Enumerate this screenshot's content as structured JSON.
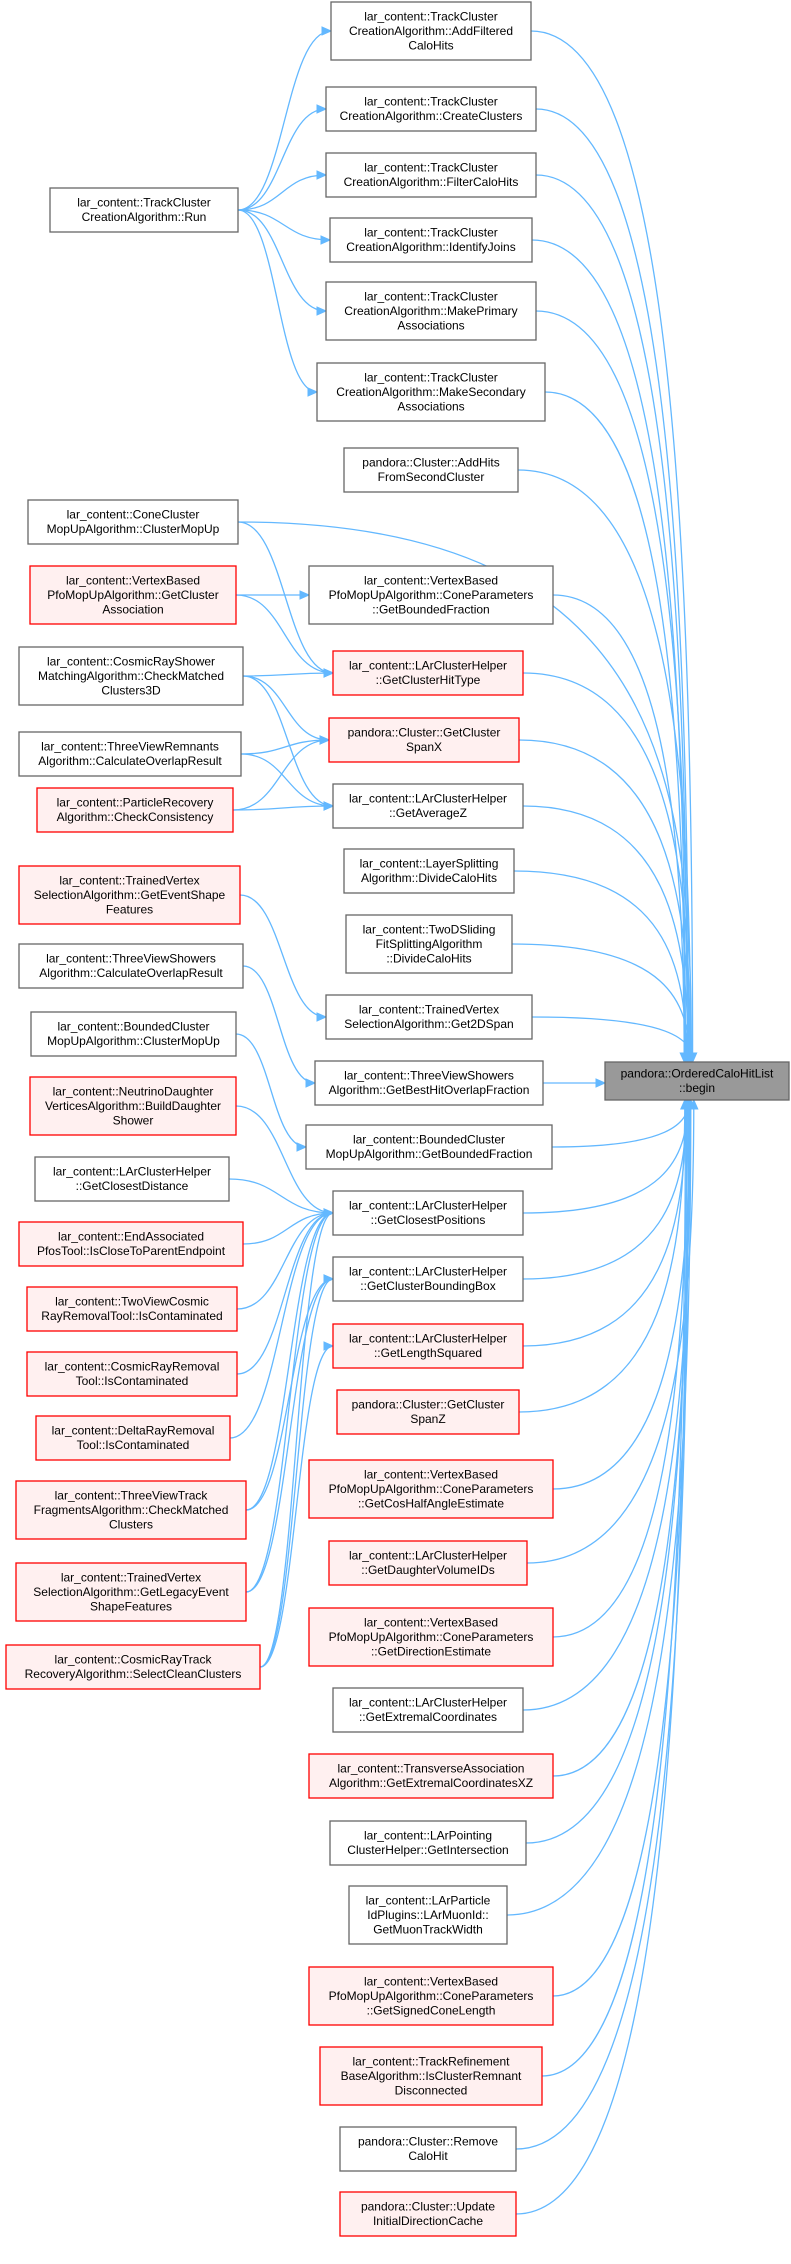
{
  "colors": {
    "edge": "#63b8ff",
    "default_border": "#666666",
    "default_fill": "#ffffff",
    "highlight_border": "#ff0000",
    "highlight_fill": "#fff0f0",
    "target_fill": "#999999",
    "target_border": "#666666"
  },
  "target": {
    "id": "target",
    "lines": [
      "pandora::OrderedCaloHitList",
      "::begin"
    ],
    "style": "target"
  },
  "nodes": [
    {
      "id": "n_addfiltered",
      "lines": [
        "lar_content::TrackCluster",
        "CreationAlgorithm::AddFiltered",
        "CaloHits"
      ],
      "style": "default"
    },
    {
      "id": "n_createclusters",
      "lines": [
        "lar_content::TrackCluster",
        "CreationAlgorithm::CreateClusters"
      ],
      "style": "default"
    },
    {
      "id": "n_filtercalohits",
      "lines": [
        "lar_content::TrackCluster",
        "CreationAlgorithm::FilterCaloHits"
      ],
      "style": "default"
    },
    {
      "id": "n_run",
      "lines": [
        "lar_content::TrackCluster",
        "CreationAlgorithm::Run"
      ],
      "style": "default"
    },
    {
      "id": "n_identifyjoins",
      "lines": [
        "lar_content::TrackCluster",
        "CreationAlgorithm::IdentifyJoins"
      ],
      "style": "default"
    },
    {
      "id": "n_makeprimary",
      "lines": [
        "lar_content::TrackCluster",
        "CreationAlgorithm::MakePrimary",
        "Associations"
      ],
      "style": "default"
    },
    {
      "id": "n_makesecondary",
      "lines": [
        "lar_content::TrackCluster",
        "CreationAlgorithm::MakeSecondary",
        "Associations"
      ],
      "style": "default"
    },
    {
      "id": "n_addhits",
      "lines": [
        "pandora::Cluster::AddHits",
        "FromSecondCluster"
      ],
      "style": "default"
    },
    {
      "id": "n_coneclustermopup",
      "lines": [
        "lar_content::ConeCluster",
        "MopUpAlgorithm::ClusterMopUp"
      ],
      "style": "default"
    },
    {
      "id": "n_vbgetclusterassoc",
      "lines": [
        "lar_content::VertexBased",
        "PfoMopUpAlgorithm::GetCluster",
        "Association"
      ],
      "style": "highlight"
    },
    {
      "id": "n_vbgetboundedfraction",
      "lines": [
        "lar_content::VertexBased",
        "PfoMopUpAlgorithm::ConeParameters",
        "::GetBoundedFraction"
      ],
      "style": "default"
    },
    {
      "id": "n_crsmatching",
      "lines": [
        "lar_content::CosmicRayShower",
        "MatchingAlgorithm::CheckMatched",
        "Clusters3D"
      ],
      "style": "default"
    },
    {
      "id": "n_getclusterhittype",
      "lines": [
        "lar_content::LArClusterHelper",
        "::GetClusterHitType"
      ],
      "style": "highlight"
    },
    {
      "id": "n_tvremnants",
      "lines": [
        "lar_content::ThreeViewRemnants",
        "Algorithm::CalculateOverlapResult"
      ],
      "style": "default"
    },
    {
      "id": "n_getclusterspanx",
      "lines": [
        "pandora::Cluster::GetCluster",
        "SpanX"
      ],
      "style": "highlight"
    },
    {
      "id": "n_particlerecovery",
      "lines": [
        "lar_content::ParticleRecovery",
        "Algorithm::CheckConsistency"
      ],
      "style": "highlight"
    },
    {
      "id": "n_getaveragez",
      "lines": [
        "lar_content::LArClusterHelper",
        "::GetAverageZ"
      ],
      "style": "default"
    },
    {
      "id": "n_layersplitting",
      "lines": [
        "lar_content::LayerSplitting",
        "Algorithm::DivideCaloHits"
      ],
      "style": "default"
    },
    {
      "id": "n_trainedeventshape",
      "lines": [
        "lar_content::TrainedVertex",
        "SelectionAlgorithm::GetEventShape",
        "Features"
      ],
      "style": "highlight"
    },
    {
      "id": "n_twodsliding",
      "lines": [
        "lar_content::TwoDSliding",
        "FitSplittingAlgorithm",
        "::DivideCaloHits"
      ],
      "style": "default"
    },
    {
      "id": "n_tvshowerscalc",
      "lines": [
        "lar_content::ThreeViewShowers",
        "Algorithm::CalculateOverlapResult"
      ],
      "style": "default"
    },
    {
      "id": "n_trainedget2dspan",
      "lines": [
        "lar_content::TrainedVertex",
        "SelectionAlgorithm::Get2DSpan"
      ],
      "style": "default"
    },
    {
      "id": "n_boundedclustermopup",
      "lines": [
        "lar_content::BoundedCluster",
        "MopUpAlgorithm::ClusterMopUp"
      ],
      "style": "default"
    },
    {
      "id": "n_tvshowersbest",
      "lines": [
        "lar_content::ThreeViewShowers",
        "Algorithm::GetBestHitOverlapFraction"
      ],
      "style": "default"
    },
    {
      "id": "n_neutrinodaughter",
      "lines": [
        "lar_content::NeutrinoDaughter",
        "VerticesAlgorithm::BuildDaughter",
        "Shower"
      ],
      "style": "highlight"
    },
    {
      "id": "n_boundedgetfraction",
      "lines": [
        "lar_content::BoundedCluster",
        "MopUpAlgorithm::GetBoundedFraction"
      ],
      "style": "default"
    },
    {
      "id": "n_getclosestdistance",
      "lines": [
        "lar_content::LArClusterHelper",
        "::GetClosestDistance"
      ],
      "style": "default"
    },
    {
      "id": "n_getclosestpositions",
      "lines": [
        "lar_content::LArClusterHelper",
        "::GetClosestPositions"
      ],
      "style": "default"
    },
    {
      "id": "n_endassociated",
      "lines": [
        "lar_content::EndAssociated",
        "PfosTool::IsCloseToParentEndpoint"
      ],
      "style": "highlight"
    },
    {
      "id": "n_getclusterboundingbox",
      "lines": [
        "lar_content::LArClusterHelper",
        "::GetClusterBoundingBox"
      ],
      "style": "default"
    },
    {
      "id": "n_twoviewcosmic",
      "lines": [
        "lar_content::TwoViewCosmic",
        "RayRemovalTool::IsContaminated"
      ],
      "style": "highlight"
    },
    {
      "id": "n_getlengthsquared",
      "lines": [
        "lar_content::LArClusterHelper",
        "::GetLengthSquared"
      ],
      "style": "highlight"
    },
    {
      "id": "n_cosmicrayremoval",
      "lines": [
        "lar_content::CosmicRayRemoval",
        "Tool::IsContaminated"
      ],
      "style": "highlight"
    },
    {
      "id": "n_getclusterspanz",
      "lines": [
        "pandora::Cluster::GetCluster",
        "SpanZ"
      ],
      "style": "highlight"
    },
    {
      "id": "n_deltarayremoval",
      "lines": [
        "lar_content::DeltaRayRemoval",
        "Tool::IsContaminated"
      ],
      "style": "highlight"
    },
    {
      "id": "n_vbgetcoshalfangle",
      "lines": [
        "lar_content::VertexBased",
        "PfoMopUpAlgorithm::ConeParameters",
        "::GetCosHalfAngleEstimate"
      ],
      "style": "highlight"
    },
    {
      "id": "n_tvtrackfragments",
      "lines": [
        "lar_content::ThreeViewTrack",
        "FragmentsAlgorithm::CheckMatched",
        "Clusters"
      ],
      "style": "highlight"
    },
    {
      "id": "n_getdaughtervolumeids",
      "lines": [
        "lar_content::LArClusterHelper",
        "::GetDaughterVolumeIDs"
      ],
      "style": "highlight"
    },
    {
      "id": "n_trainedlegacy",
      "lines": [
        "lar_content::TrainedVertex",
        "SelectionAlgorithm::GetLegacyEvent",
        "ShapeFeatures"
      ],
      "style": "highlight"
    },
    {
      "id": "n_vbgetdirection",
      "lines": [
        "lar_content::VertexBased",
        "PfoMopUpAlgorithm::ConeParameters",
        "::GetDirectionEstimate"
      ],
      "style": "highlight"
    },
    {
      "id": "n_cosmicraytrack",
      "lines": [
        "lar_content::CosmicRayTrack",
        "RecoveryAlgorithm::SelectCleanClusters"
      ],
      "style": "highlight"
    },
    {
      "id": "n_getextremalcoords",
      "lines": [
        "lar_content::LArClusterHelper",
        "::GetExtremalCoordinates"
      ],
      "style": "default"
    },
    {
      "id": "n_transverseassoc",
      "lines": [
        "lar_content::TransverseAssociation",
        "Algorithm::GetExtremalCoordinatesXZ"
      ],
      "style": "highlight"
    },
    {
      "id": "n_larpointing",
      "lines": [
        "lar_content::LArPointing",
        "ClusterHelper::GetIntersection"
      ],
      "style": "default"
    },
    {
      "id": "n_muontrackwidth",
      "lines": [
        "lar_content::LArParticle",
        "IdPlugins::LArMuonId::",
        "GetMuonTrackWidth"
      ],
      "style": "default"
    },
    {
      "id": "n_vbgetsignedcone",
      "lines": [
        "lar_content::VertexBased",
        "PfoMopUpAlgorithm::ConeParameters",
        "::GetSignedConeLength"
      ],
      "style": "highlight"
    },
    {
      "id": "n_trackrefinement",
      "lines": [
        "lar_content::TrackRefinement",
        "BaseAlgorithm::IsClusterRemnant",
        "Disconnected"
      ],
      "style": "highlight"
    },
    {
      "id": "n_removecalohit",
      "lines": [
        "pandora::Cluster::Remove",
        "CaloHit"
      ],
      "style": "default"
    },
    {
      "id": "n_updatedirection",
      "lines": [
        "pandora::Cluster::Update",
        "InitialDirectionCache"
      ],
      "style": "highlight"
    }
  ],
  "edges": [
    [
      "n_addfiltered",
      "target"
    ],
    [
      "n_createclusters",
      "target"
    ],
    [
      "n_filtercalohits",
      "target"
    ],
    [
      "n_identifyjoins",
      "target"
    ],
    [
      "n_makeprimary",
      "target"
    ],
    [
      "n_makesecondary",
      "target"
    ],
    [
      "n_addhits",
      "target"
    ],
    [
      "n_coneclustermopup",
      "target"
    ],
    [
      "n_vbgetboundedfraction",
      "target"
    ],
    [
      "n_getclusterhittype",
      "target"
    ],
    [
      "n_getclusterspanx",
      "target"
    ],
    [
      "n_getaveragez",
      "target"
    ],
    [
      "n_layersplitting",
      "target"
    ],
    [
      "n_twodsliding",
      "target"
    ],
    [
      "n_trainedget2dspan",
      "target"
    ],
    [
      "n_tvshowersbest",
      "target"
    ],
    [
      "n_boundedgetfraction",
      "target"
    ],
    [
      "n_getclosestpositions",
      "target"
    ],
    [
      "n_getclusterboundingbox",
      "target"
    ],
    [
      "n_getlengthsquared",
      "target"
    ],
    [
      "n_getclusterspanz",
      "target"
    ],
    [
      "n_vbgetcoshalfangle",
      "target"
    ],
    [
      "n_getdaughtervolumeids",
      "target"
    ],
    [
      "n_vbgetdirection",
      "target"
    ],
    [
      "n_getextremalcoords",
      "target"
    ],
    [
      "n_transverseassoc",
      "target"
    ],
    [
      "n_larpointing",
      "target"
    ],
    [
      "n_muontrackwidth",
      "target"
    ],
    [
      "n_vbgetsignedcone",
      "target"
    ],
    [
      "n_trackrefinement",
      "target"
    ],
    [
      "n_removecalohit",
      "target"
    ],
    [
      "n_updatedirection",
      "target"
    ],
    [
      "n_run",
      "n_addfiltered"
    ],
    [
      "n_run",
      "n_createclusters"
    ],
    [
      "n_run",
      "n_filtercalohits"
    ],
    [
      "n_run",
      "n_identifyjoins"
    ],
    [
      "n_run",
      "n_makeprimary"
    ],
    [
      "n_run",
      "n_makesecondary"
    ],
    [
      "n_coneclustermopup",
      "n_getclusterhittype"
    ],
    [
      "n_vbgetclusterassoc",
      "n_vbgetboundedfraction"
    ],
    [
      "n_vbgetclusterassoc",
      "n_getclusterhittype"
    ],
    [
      "n_crsmatching",
      "n_getclusterspanx"
    ],
    [
      "n_crsmatching",
      "n_getaveragez"
    ],
    [
      "n_crsmatching",
      "n_getclusterhittype"
    ],
    [
      "n_tvremnants",
      "n_getclusterspanx"
    ],
    [
      "n_tvremnants",
      "n_getaveragez"
    ],
    [
      "n_particlerecovery",
      "n_getaveragez"
    ],
    [
      "n_particlerecovery",
      "n_getclusterspanx"
    ],
    [
      "n_trainedeventshape",
      "n_trainedget2dspan"
    ],
    [
      "n_tvshowerscalc",
      "n_tvshowersbest"
    ],
    [
      "n_boundedclustermopup",
      "n_boundedgetfraction"
    ],
    [
      "n_neutrinodaughter",
      "n_getclosestpositions"
    ],
    [
      "n_getclosestdistance",
      "n_getclosestpositions"
    ],
    [
      "n_endassociated",
      "n_getclosestpositions"
    ],
    [
      "n_twoviewcosmic",
      "n_getclosestpositions"
    ],
    [
      "n_cosmicrayremoval",
      "n_getclosestpositions"
    ],
    [
      "n_deltarayremoval",
      "n_getclosestpositions"
    ],
    [
      "n_tvtrackfragments",
      "n_getclosestpositions"
    ],
    [
      "n_trainedlegacy",
      "n_getclosestpositions"
    ],
    [
      "n_cosmicraytrack",
      "n_getclosestpositions"
    ],
    [
      "n_tvtrackfragments",
      "n_getclusterboundingbox"
    ],
    [
      "n_trainedlegacy",
      "n_getclusterboundingbox"
    ],
    [
      "n_cosmicraytrack",
      "n_getclusterboundingbox"
    ],
    [
      "n_cosmicraytrack",
      "n_getlengthsquared"
    ]
  ]
}
